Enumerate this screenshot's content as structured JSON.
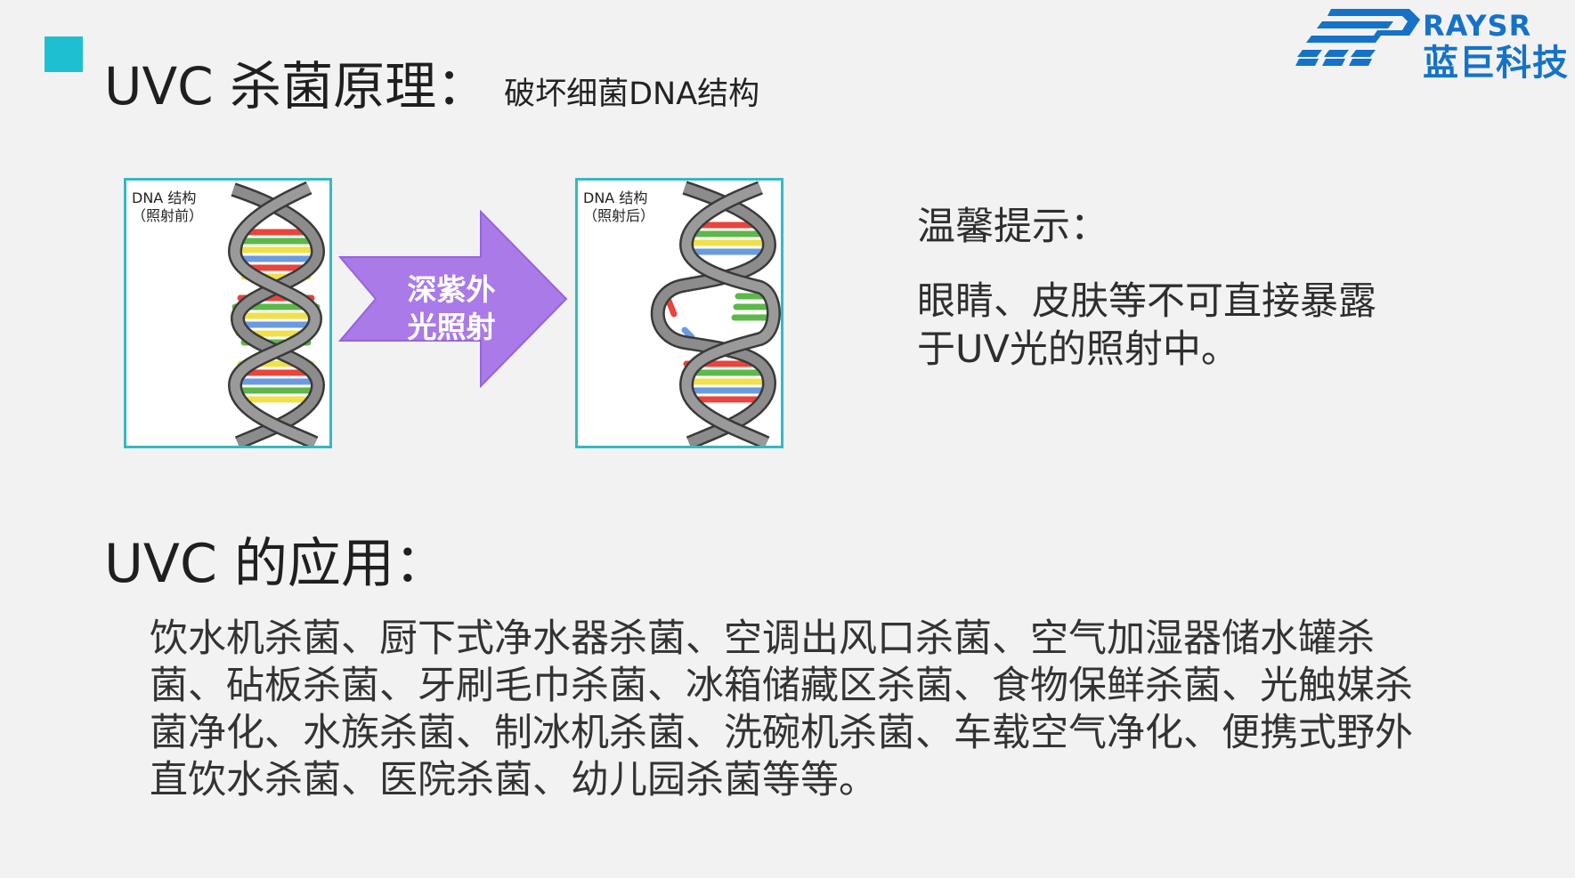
{
  "header": {
    "title": "UVC 杀菌原理：",
    "subtitle": "破坏细菌DNA结构"
  },
  "logo": {
    "brand_en": "RAYSR",
    "brand_cn": "蓝巨科技",
    "accent_color": "#1572c8"
  },
  "diagram": {
    "before_label_line1": "DNA 结构",
    "before_label_line2": "（照射前）",
    "after_label_line1": "DNA 结构",
    "after_label_line2": "（照射后）",
    "arrow_text_line1": "深紫外",
    "arrow_text_line2": "光照射",
    "arrow_color": "#a97ae8",
    "frame_color": "#36b9c0"
  },
  "tip": {
    "title": "温馨提示：",
    "body": "眼睛、皮肤等不可直接暴露于UV光的照射中。"
  },
  "applications": {
    "heading": "UVC 的应用：",
    "body": "饮水机杀菌、厨下式净水器杀菌、空调出风口杀菌、空气加湿器储水罐杀菌、砧板杀菌、牙刷毛巾杀菌、冰箱储藏区杀菌、食物保鲜杀菌、光触媒杀菌净化、水族杀菌、制冰机杀菌、洗碗机杀菌、车载空气净化、便携式野外直饮水杀菌、医院杀菌、幼儿园杀菌等等。"
  }
}
